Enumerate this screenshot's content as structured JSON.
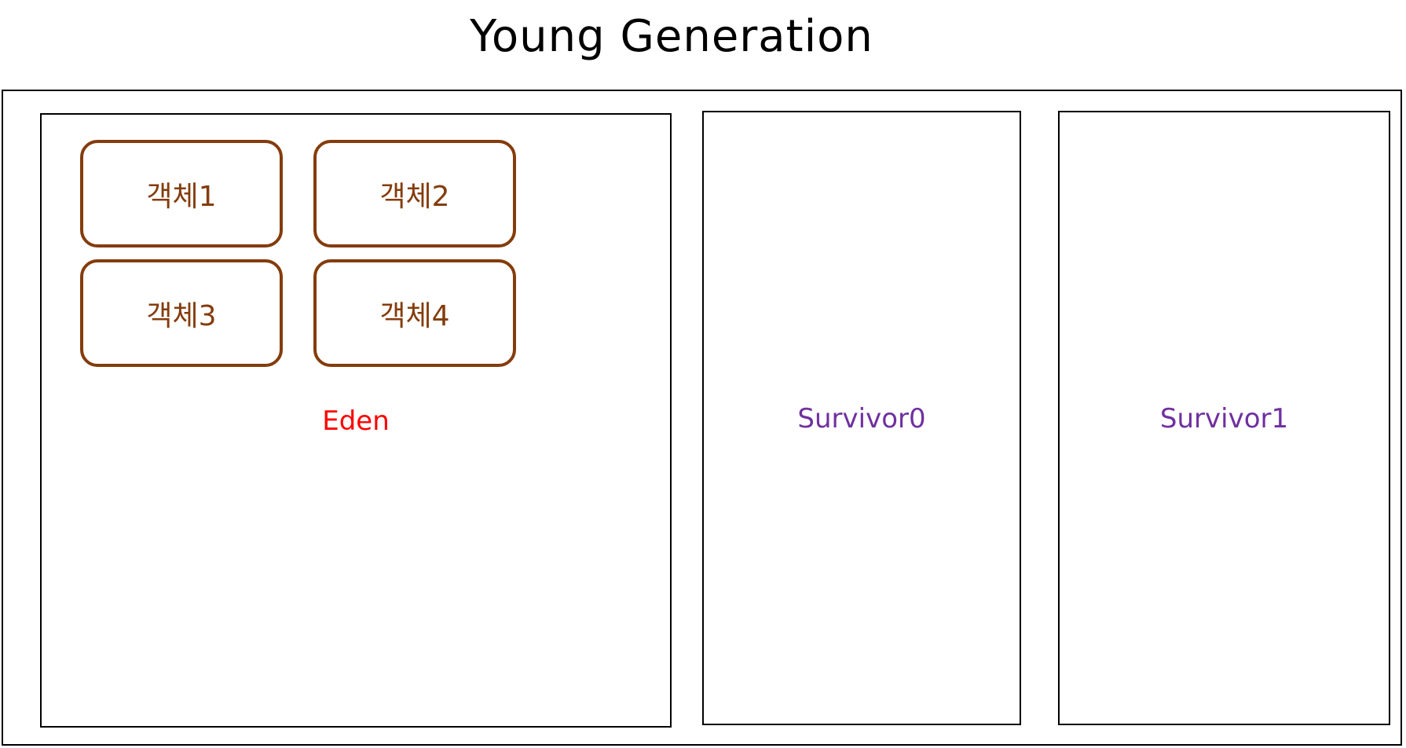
{
  "title": "Young Generation",
  "eden": {
    "label": "Eden",
    "label_color": "#ff0000",
    "objects": [
      "객체1",
      "객체2",
      "객체3",
      "객체4"
    ],
    "object_color": "#843c0c"
  },
  "survivor0": {
    "label": "Survivor0",
    "label_color": "#7030a0"
  },
  "survivor1": {
    "label": "Survivor1",
    "label_color": "#7030a0"
  }
}
